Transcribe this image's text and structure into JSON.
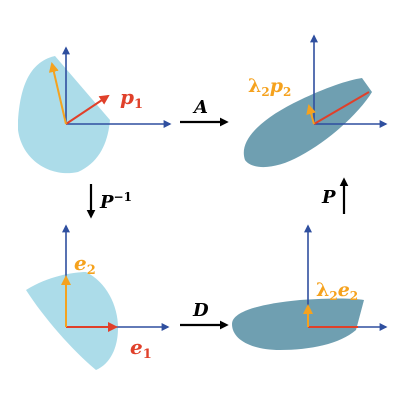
{
  "colors": {
    "background": "#ffffff",
    "light_blob": "#acdce9",
    "dark_blob": "#6f9fb1",
    "axis": "#2f4f9f",
    "red_vector": "#e0402a",
    "orange_vector": "#f5a21e",
    "black_arrow": "#000000"
  },
  "labels": {
    "p1": {
      "base": "p",
      "sub": "1"
    },
    "lambda2_p2": {
      "lambda": "λ",
      "lsub": "2",
      "base": "p",
      "sub": "2"
    },
    "e2": {
      "base": "e",
      "sub": "2"
    },
    "e1": {
      "base": "e",
      "sub": "1"
    },
    "lambda2_e2": {
      "lambda": "λ",
      "lsub": "2",
      "base": "e",
      "sub": "2"
    },
    "A": "A",
    "D": "D",
    "P": "P",
    "P_inv": {
      "base": "P",
      "sup": "−1"
    }
  }
}
